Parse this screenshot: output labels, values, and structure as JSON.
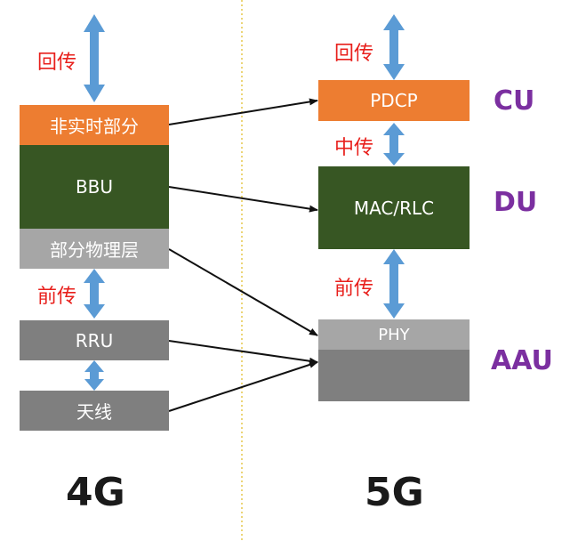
{
  "left": {
    "backhaul_label": "回传",
    "non_realtime": "非实时部分",
    "bbu": "BBU",
    "partial_phy": "部分物理层",
    "fronthaul_label": "前传",
    "rru": "RRU",
    "antenna": "天线",
    "generation": "4G"
  },
  "right": {
    "backhaul_label": "回传",
    "pdcp": "PDCP",
    "midhaul_label": "中传",
    "mac_rlc": "MAC/RLC",
    "fronthaul_label": "前传",
    "phy": "PHY",
    "cu": "CU",
    "du": "DU",
    "aau": "AAU",
    "generation": "5G"
  },
  "colors": {
    "orange": "#ed7d31",
    "dark_green": "#375623",
    "light_gray": "#a6a6a6",
    "dark_gray": "#7f7f7f",
    "blue_arrow": "#5b9bd5",
    "red_text": "#e8201c",
    "purple_text": "#7b2fa0",
    "divider": "#e6c74a"
  }
}
